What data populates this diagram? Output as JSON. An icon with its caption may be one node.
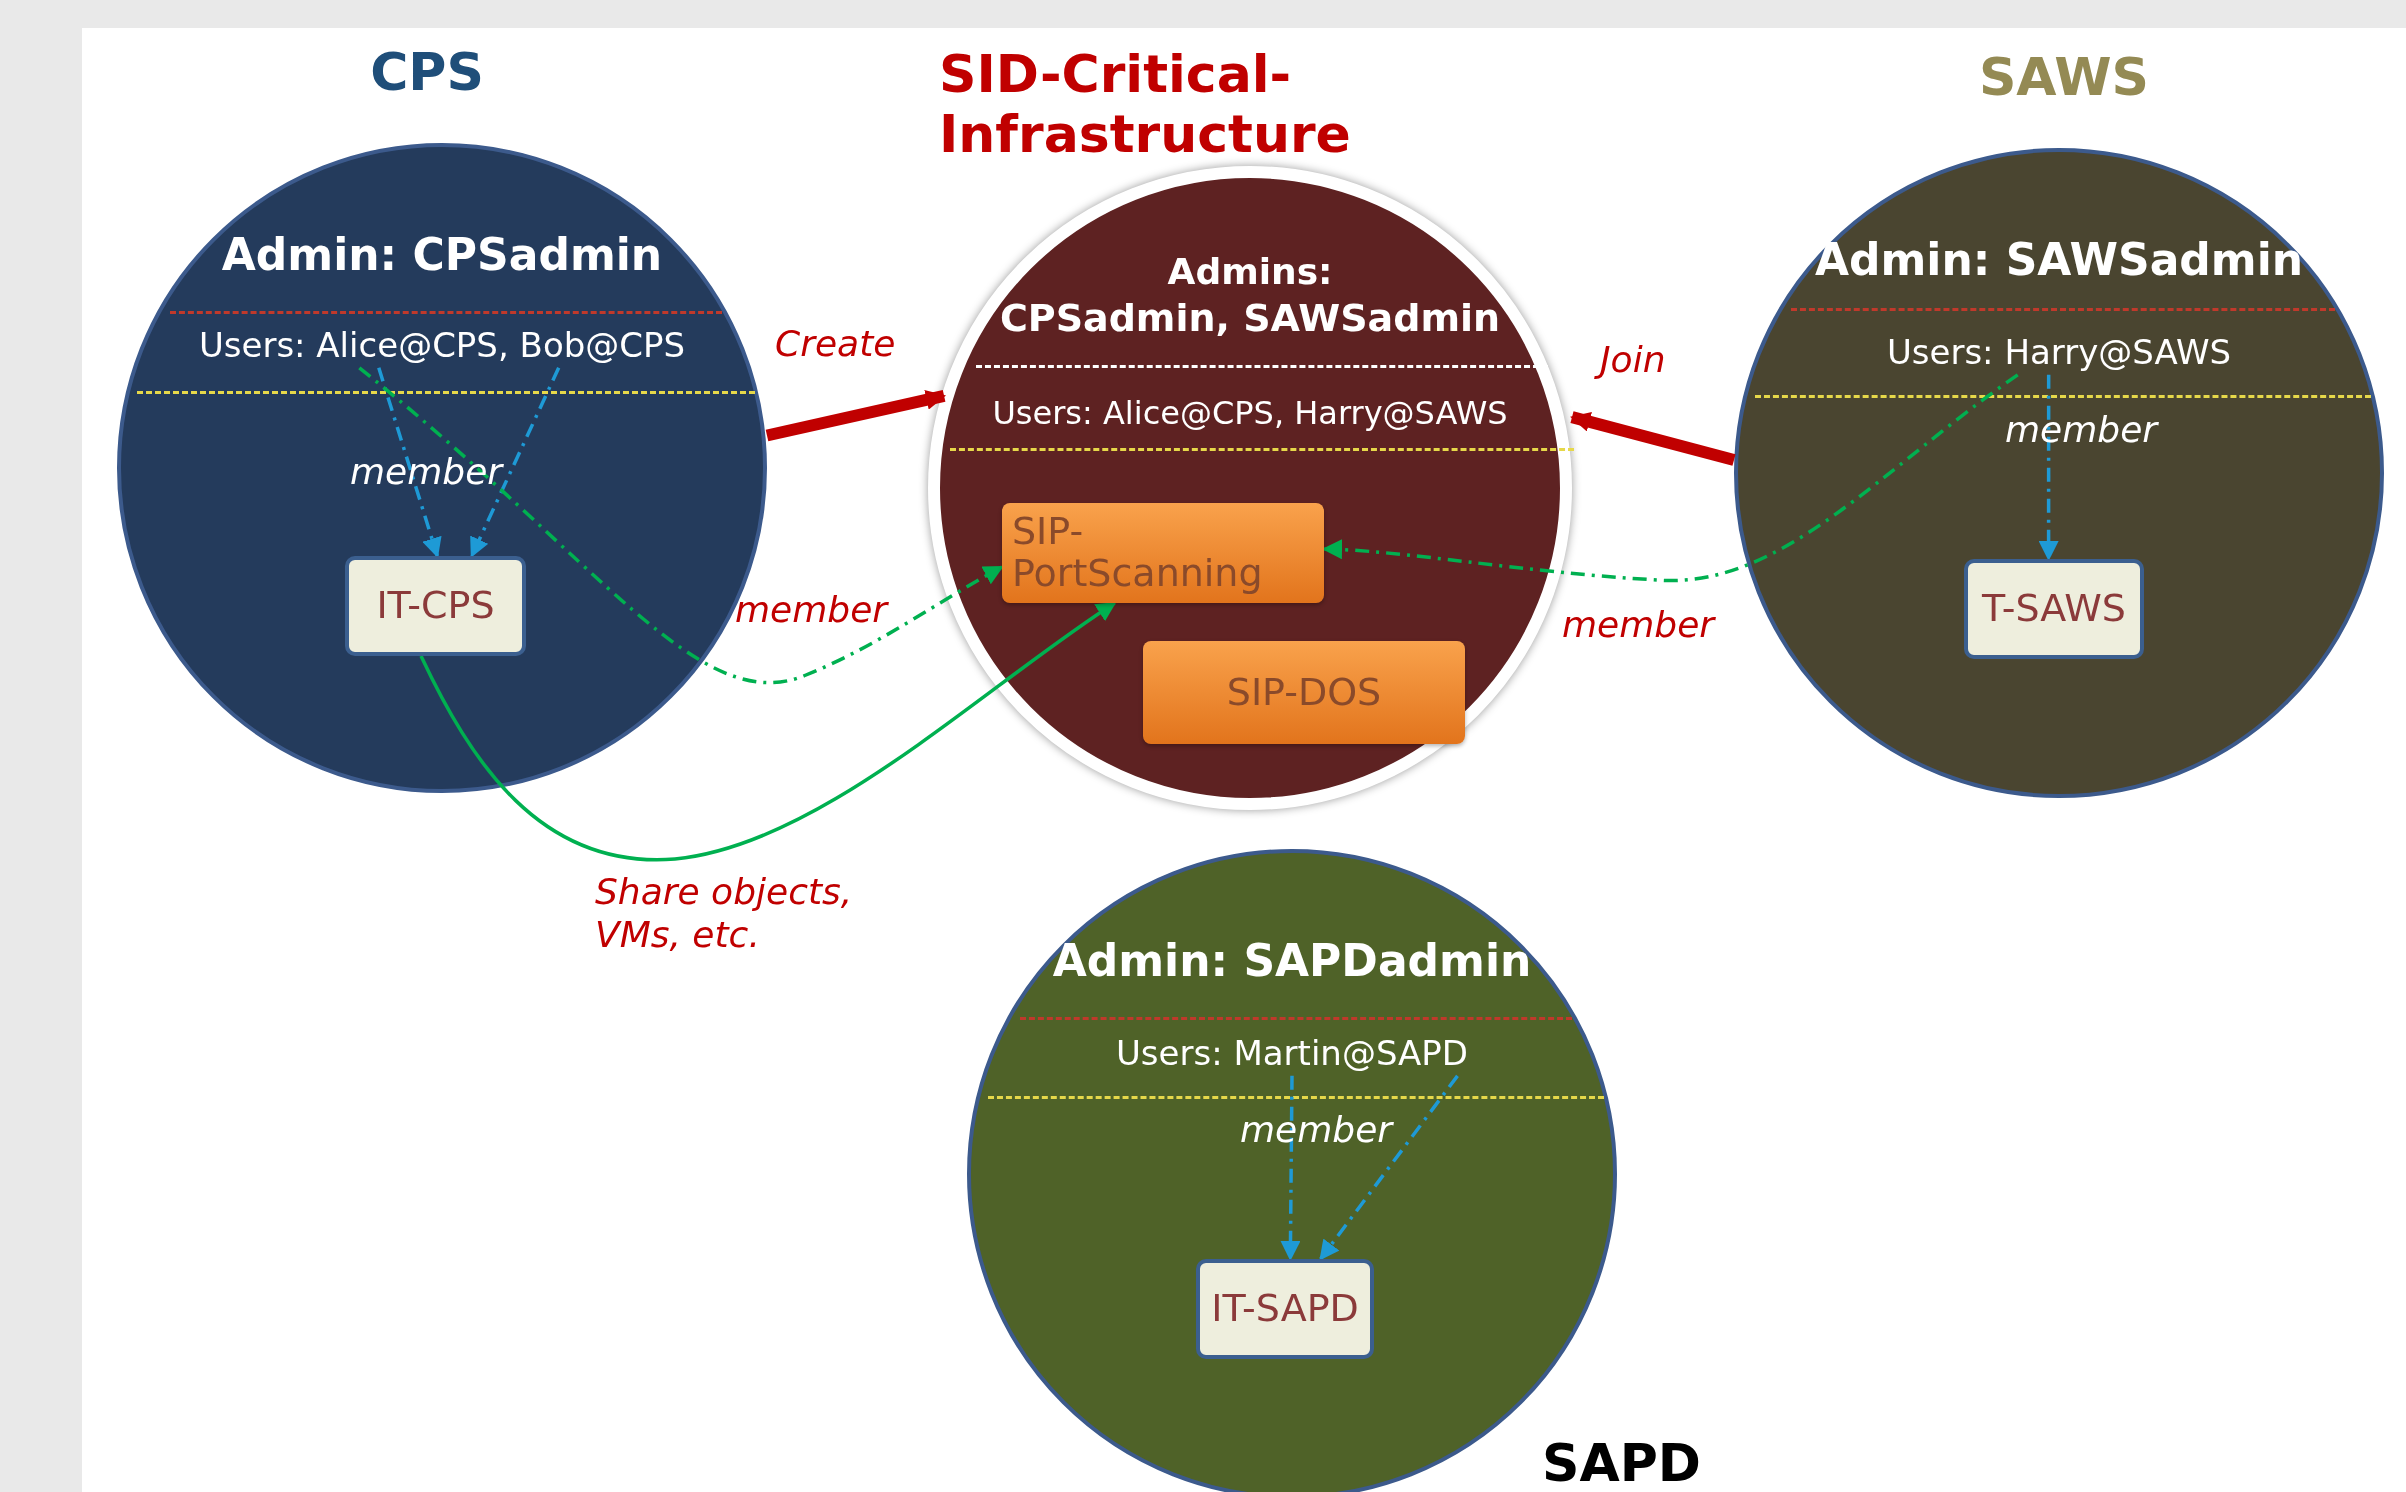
{
  "diagram": {
    "nodes": [
      {
        "text": [
          "CPS",
          "Admin: CPSadmin"
        ]
      },
      {
        "text": [
          "Users: Alice@CPS, Bob@CPS"
        ],
        "in": 0
      },
      {
        "text": [
          "IT-CPS"
        ],
        "in": 0
      },
      {
        "text": [
          "SID-Critical-Infrastructure",
          "Admins:",
          "CPSadmin, SAWSadmin"
        ]
      },
      {
        "text": [
          "Users: Alice@CPS, Harry@SAWS"
        ],
        "in": 3
      },
      {
        "text": [
          "SIP-PortScanning"
        ],
        "in": 3
      },
      {
        "text": [
          "SIP-DOS"
        ],
        "in": 3
      },
      {
        "text": [
          "SAWS",
          "Admin: SAWSadmin"
        ]
      },
      {
        "text": [
          "Users: Harry@SAWS"
        ],
        "in": 7
      },
      {
        "text": [
          "T-SAWS"
        ],
        "in": 7
      },
      {
        "text": [
          "SAPD",
          "Admin: SAPDadmin"
        ]
      },
      {
        "text": [
          "Users: Martin@SAPD"
        ],
        "in": 10
      },
      {
        "text": [
          "IT-SAPD"
        ],
        "in": 10
      }
    ],
    "edges": [
      {
        "from": 1,
        "to": 2,
        "arrow": "to",
        "label": "member",
        "style": "dashed"
      },
      {
        "from": 1,
        "to": 2,
        "arrow": "to",
        "style": "dashed"
      },
      {
        "from": 0,
        "to": 3,
        "arrow": "to",
        "label": "Create",
        "style": "thick",
        "color": "#c00000"
      },
      {
        "from": 7,
        "to": 3,
        "arrow": "to",
        "label": "Join",
        "style": "thick",
        "color": "#c00000"
      },
      {
        "from": 1,
        "to": 5,
        "arrow": "to",
        "label": "member",
        "style": "dashed",
        "color": "#00b050"
      },
      {
        "from": 8,
        "to": 5,
        "arrow": "to",
        "label": "member",
        "style": "dashed",
        "color": "#00b050"
      },
      {
        "from": 2,
        "to": 5,
        "arrow": "to",
        "label": "Share objects, VMs, etc.",
        "color": "#00b050"
      },
      {
        "from": 8,
        "to": 9,
        "arrow": "to",
        "label": "member",
        "style": "dashed"
      },
      {
        "from": 11,
        "to": 12,
        "arrow": "to",
        "label": "member",
        "style": "dashed"
      },
      {
        "from": 11,
        "to": 12,
        "arrow": "to",
        "style": "dashed"
      }
    ]
  }
}
